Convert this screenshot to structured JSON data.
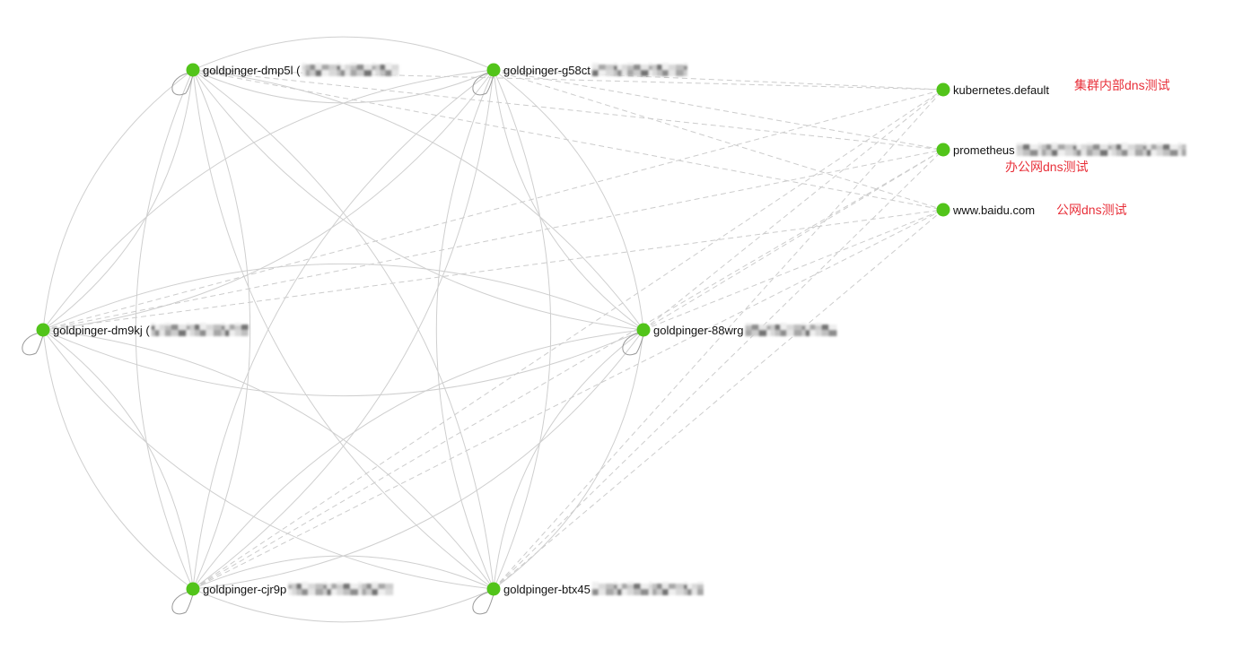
{
  "colors": {
    "node": "#52c41a",
    "edge": "#cfcfcf",
    "annotation": "#e8303a"
  },
  "nodes": [
    {
      "id": "dmp5l",
      "label": "goldpinger-dmp5l (",
      "kind": "pod"
    },
    {
      "id": "g58ct",
      "label": "goldpinger-g58ct",
      "kind": "pod"
    },
    {
      "id": "dm9kj",
      "label": "goldpinger-dm9kj (",
      "kind": "pod"
    },
    {
      "id": "88wrg",
      "label": "goldpinger-88wrg",
      "kind": "pod"
    },
    {
      "id": "cjr9p",
      "label": "goldpinger-cjr9p",
      "kind": "pod"
    },
    {
      "id": "btx45",
      "label": "goldpinger-btx45",
      "kind": "pod"
    },
    {
      "id": "k8s",
      "label": "kubernetes.default",
      "kind": "dns"
    },
    {
      "id": "prom",
      "label": "prometheus",
      "kind": "dns"
    },
    {
      "id": "baidu",
      "label": "www.baidu.com",
      "kind": "dns"
    }
  ],
  "annotations": {
    "k8s": "集群内部dns测试",
    "prom": "办公网dns测试",
    "baidu": "公网dns测试"
  }
}
